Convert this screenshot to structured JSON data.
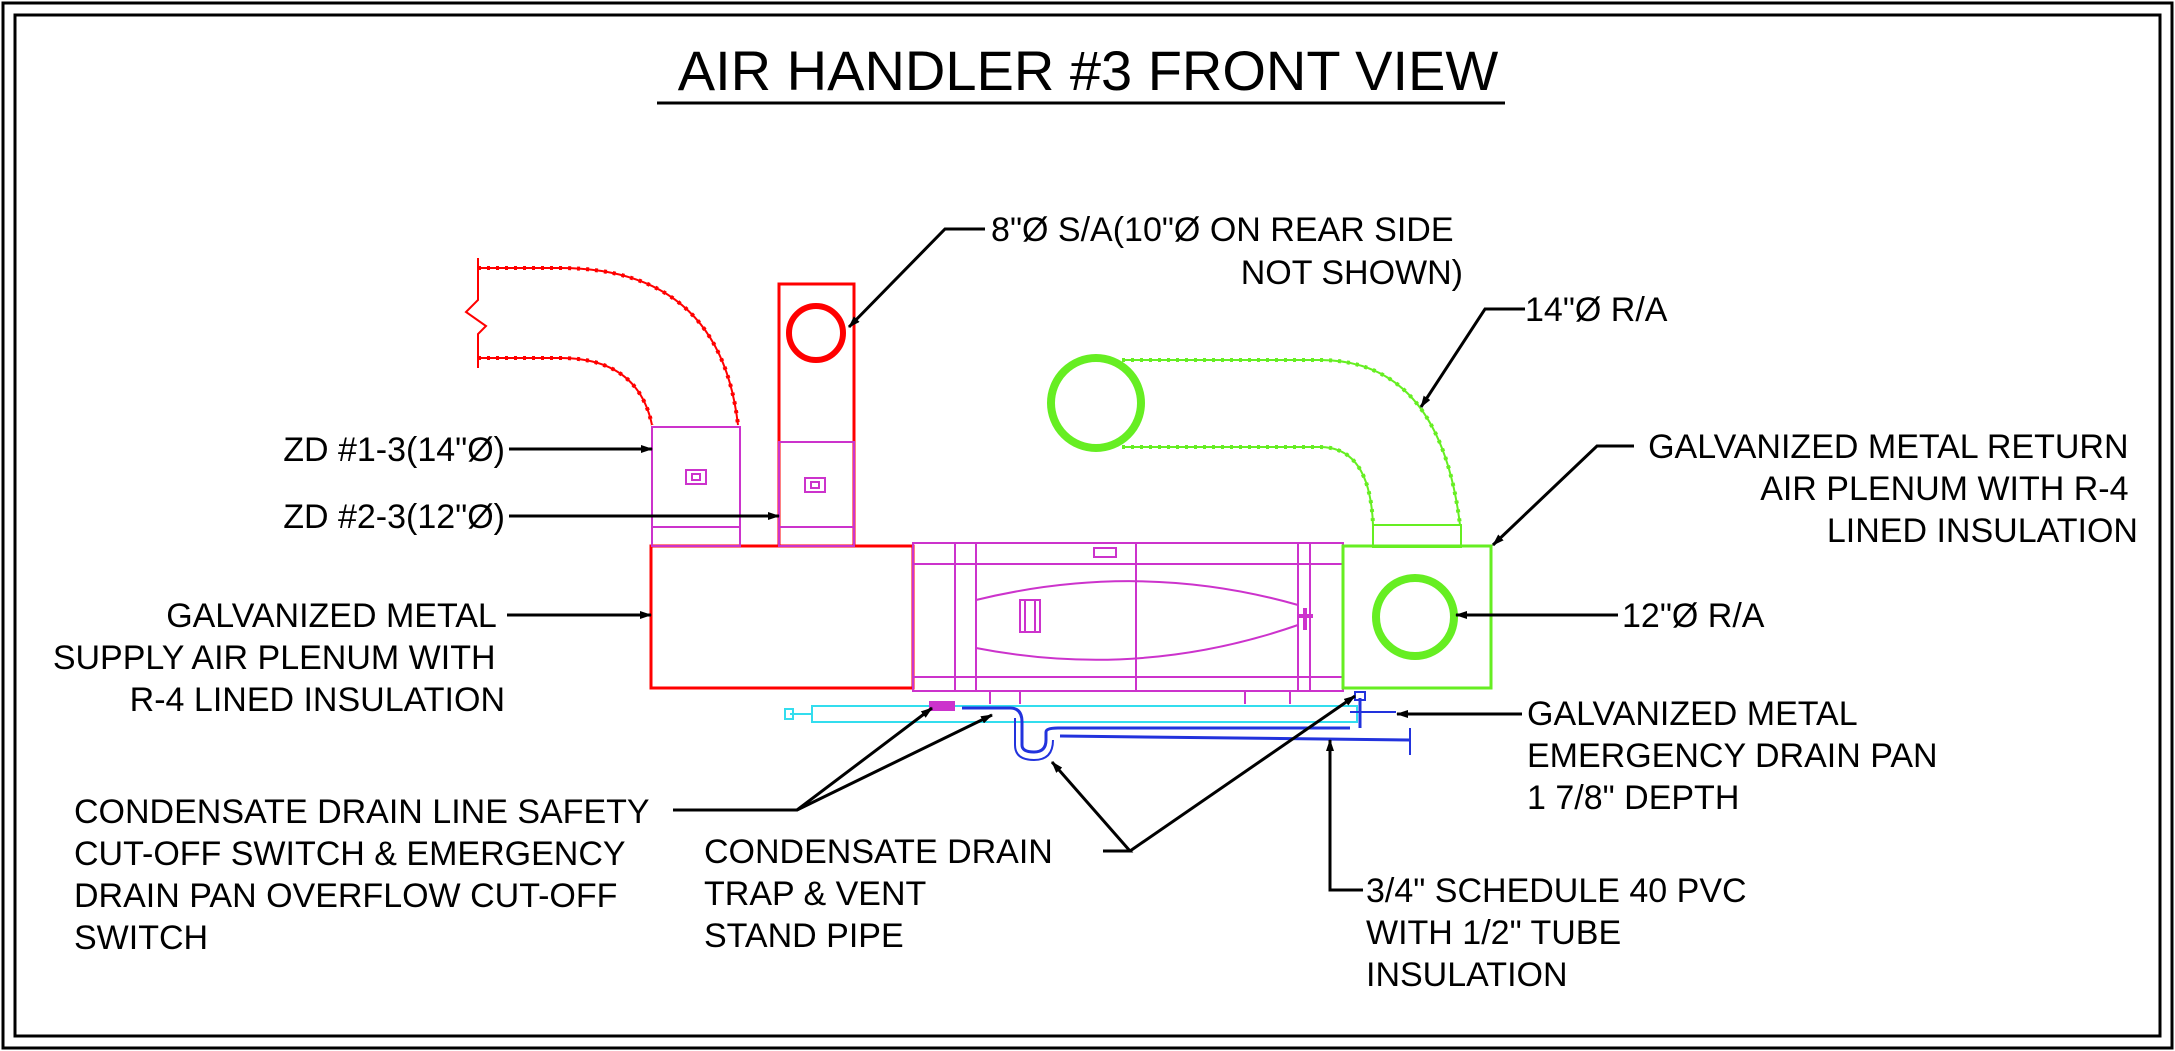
{
  "title": "AIR HANDLER #3 FRONT VIEW",
  "colors": {
    "supply": "#ff0000",
    "return": "#66ee22",
    "unit": "#cc33cc",
    "drain_pan": "#33ddee",
    "pvc": "#2233dd",
    "leader": "#000000"
  },
  "labels": {
    "sa_8in": [
      "8\"Ø S/A(10\"Ø ON REAR SIDE",
      "NOT SHOWN)"
    ],
    "ra_14in": [
      "14\"Ø R/A"
    ],
    "zd_1": [
      "ZD #1-3(14\"Ø)"
    ],
    "zd_2": [
      "ZD #2-3(12\"Ø)"
    ],
    "return_plenum": [
      "GALVANIZED METAL RETURN",
      "AIR PLENUM WITH R-4",
      "LINED INSULATION"
    ],
    "supply_plenum": [
      "GALVANIZED METAL",
      "SUPPLY AIR PLENUM WITH",
      "R-4 LINED INSULATION"
    ],
    "ra_12in": [
      "12\"Ø R/A"
    ],
    "emergency_pan": [
      "GALVANIZED METAL",
      "EMERGENCY DRAIN PAN",
      "1 7/8\" DEPTH"
    ],
    "cutoff_switch": [
      "CONDENSATE DRAIN LINE SAFETY",
      "CUT-OFF SWITCH & EMERGENCY",
      "DRAIN PAN OVERFLOW CUT-OFF",
      "SWITCH"
    ],
    "drain_trap": [
      "CONDENSATE DRAIN",
      "TRAP & VENT",
      "STAND PIPE"
    ],
    "pvc": [
      "3/4\" SCHEDULE 40 PVC",
      "WITH 1/2\" TUBE",
      "INSULATION"
    ]
  }
}
